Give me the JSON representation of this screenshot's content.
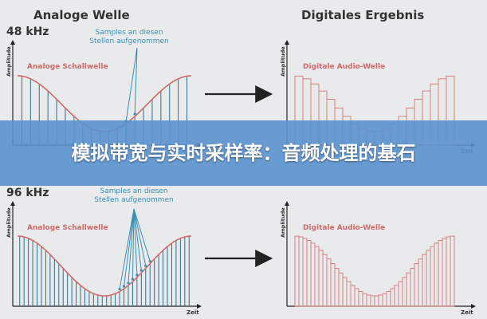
{
  "diagram": {
    "left_heading": "Analoge Welle",
    "right_heading": "Digitales Ergebnis",
    "y_axis_label": "Amplitude",
    "x_axis_label": "Zeit",
    "rows": [
      {
        "rate": "48 kHz",
        "samples_note": [
          "Samples an diesen",
          "Stellen aufgenommen"
        ],
        "analog_label": "Analoge Schallwelle",
        "digital_label": "Digitale Audio-Welle",
        "sample_count": 20
      },
      {
        "rate": "96 kHz",
        "samples_note": [
          "Samples an diesen",
          "Stellen aufgenommen"
        ],
        "analog_label": "Analoge Schallwelle",
        "digital_label": "Digitale Audio-Welle",
        "sample_count": 40
      }
    ],
    "colors": {
      "wave": "#d06a6a",
      "digital": "#d88080",
      "sample_line": "#2e6f8a",
      "pointer": "#3a8fb2",
      "note": "#3a8fb2",
      "heading": "#333333",
      "axis": "#222222"
    }
  },
  "banner": {
    "title": "模拟带宽与实时采样率：音频处理的基石"
  }
}
